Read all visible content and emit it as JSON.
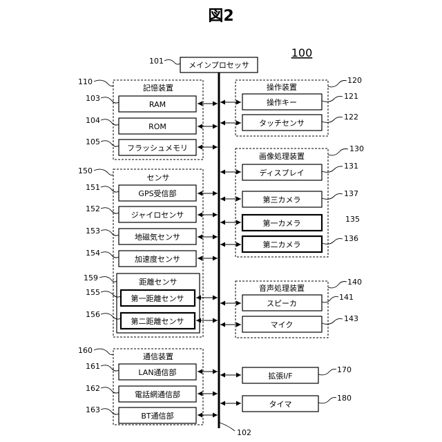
{
  "figure": {
    "title": "図2",
    "ref": "100",
    "processor": {
      "num": "101",
      "label": "メインプロセッサ"
    },
    "bus": {
      "num": "102"
    },
    "storage": {
      "num": "110",
      "title": "記憶装置",
      "items": [
        {
          "num": "103",
          "label": "RAM"
        },
        {
          "num": "104",
          "label": "ROM"
        },
        {
          "num": "105",
          "label": "フラッシュメモリ"
        }
      ]
    },
    "sensors": {
      "num": "150",
      "title": "センサ",
      "items": [
        {
          "num": "151",
          "label": "GPS受信部"
        },
        {
          "num": "152",
          "label": "ジャイロセンサ"
        },
        {
          "num": "153",
          "label": "地磁気センサ"
        },
        {
          "num": "154",
          "label": "加速度センサ"
        }
      ],
      "distance": {
        "num": "159",
        "title": "距離センサ",
        "items": [
          {
            "num": "155",
            "label": "第一距離センサ"
          },
          {
            "num": "156",
            "label": "第二距離センサ"
          }
        ]
      }
    },
    "comm": {
      "num": "160",
      "title": "通信装置",
      "items": [
        {
          "num": "161",
          "label": "LAN通信部"
        },
        {
          "num": "162",
          "label": "電話網通信部"
        },
        {
          "num": "163",
          "label": "BT通信部"
        }
      ]
    },
    "operation": {
      "num": "120",
      "title": "操作装置",
      "items": [
        {
          "num": "121",
          "label": "操作キー"
        },
        {
          "num": "122",
          "label": "タッチセンサ"
        }
      ]
    },
    "image": {
      "num": "130",
      "title": "画像処理装置",
      "items": [
        {
          "num": "131",
          "label": "ディスプレイ"
        },
        {
          "num": "137",
          "label": "第三カメラ"
        },
        {
          "num": "135",
          "label": "第一カメラ"
        },
        {
          "num": "136",
          "label": "第二カメラ"
        }
      ]
    },
    "audio": {
      "num": "140",
      "title": "音声処理装置",
      "items": [
        {
          "num": "141",
          "label": "スピーカ"
        },
        {
          "num": "143",
          "label": "マイク"
        }
      ]
    },
    "extension": {
      "num": "170",
      "label": "拡張I/F"
    },
    "timer": {
      "num": "180",
      "label": "タイマ"
    }
  }
}
